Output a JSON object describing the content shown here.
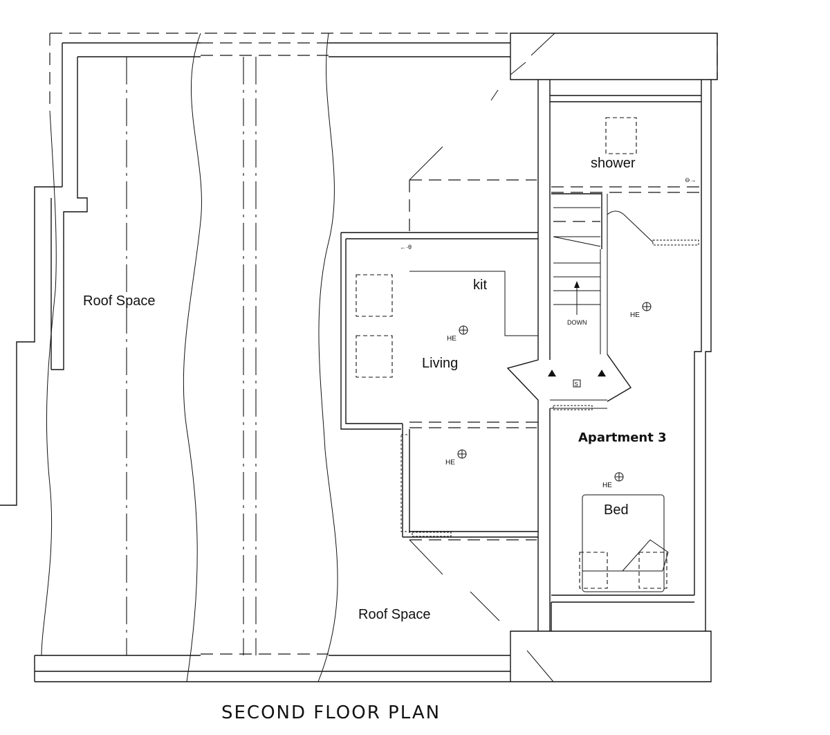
{
  "plan": {
    "title": "SECOND FLOOR PLAN",
    "apartment_label": "Apartment 3",
    "rooms": {
      "roof_space_left": "Roof Space",
      "roof_space_bottom": "Roof Space",
      "shower": "shower",
      "kit": "kit",
      "living": "Living",
      "bed": "Bed"
    },
    "stair_label": "DOWN",
    "heater_label": "HE",
    "smoke_label": "S"
  }
}
